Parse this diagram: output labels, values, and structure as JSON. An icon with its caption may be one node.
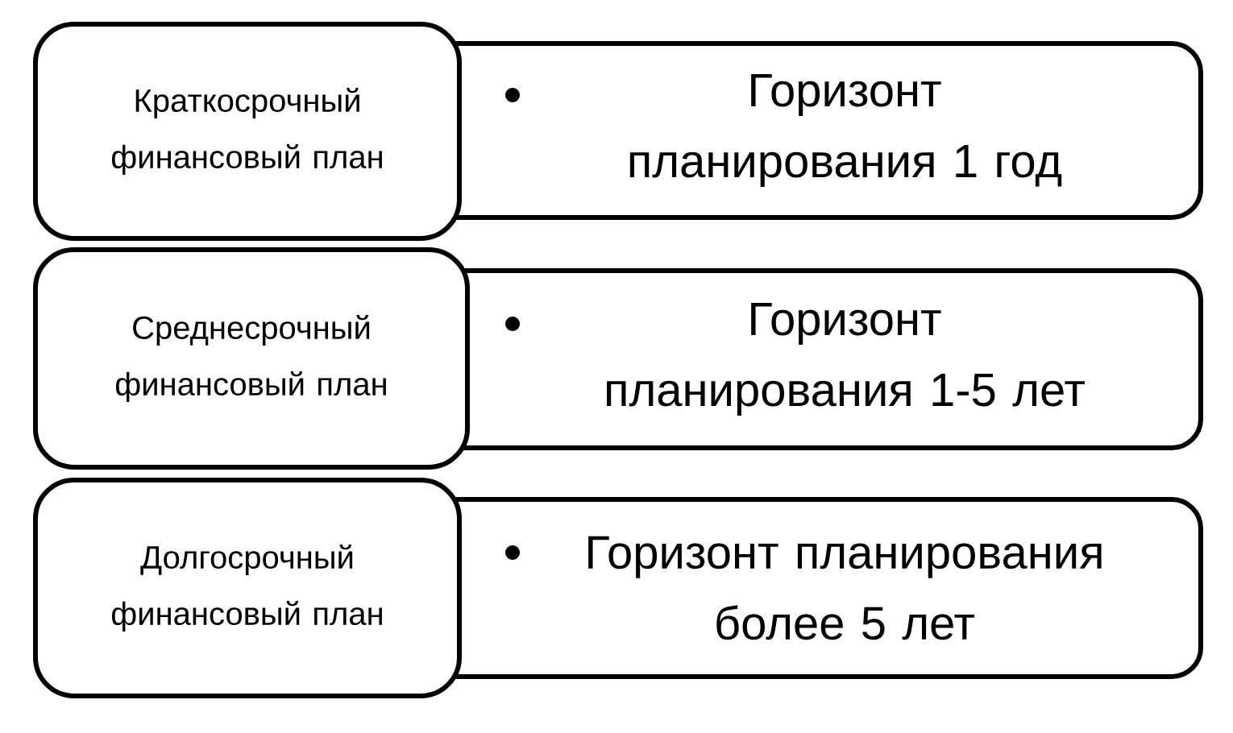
{
  "diagram": {
    "nodes": [
      {
        "text": [
          "Краткосрочный финансовый план"
        ]
      },
      {
        "text": [
          "Горизонт планирования 1 год"
        ]
      },
      {
        "text": [
          "Среднесрочный финансовый план"
        ]
      },
      {
        "text": [
          "Горизонт планирования 1-5 лет"
        ]
      },
      {
        "text": [
          "Долгосрочный финансовый план"
        ]
      },
      {
        "text": [
          "Горизонт планирования более 5 лет"
        ]
      }
    ]
  }
}
